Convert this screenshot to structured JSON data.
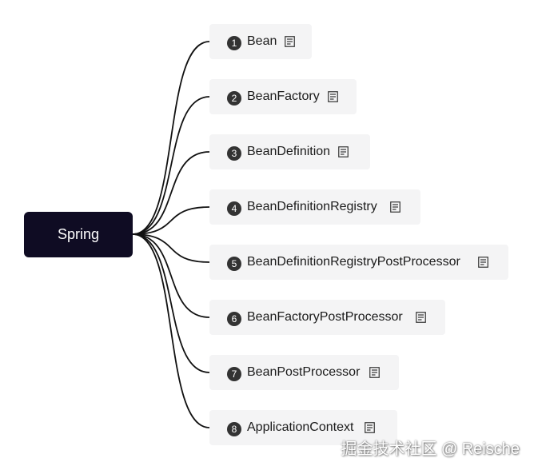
{
  "root": {
    "label": "Spring"
  },
  "colors": {
    "root_bg": "#0f0c23",
    "node_bg": "#f4f4f5",
    "edge": "#111111",
    "badge": "#333333"
  },
  "icons": {
    "note": "note-icon"
  },
  "nodes": [
    {
      "num": "1",
      "label": "Bean"
    },
    {
      "num": "2",
      "label": "BeanFactory"
    },
    {
      "num": "3",
      "label": "BeanDefinition"
    },
    {
      "num": "4",
      "label": "BeanDefinitionRegistry"
    },
    {
      "num": "5",
      "label": "BeanDefinitionRegistryPostProcessor"
    },
    {
      "num": "6",
      "label": "BeanFactoryPostProcessor"
    },
    {
      "num": "7",
      "label": "BeanPostProcessor"
    },
    {
      "num": "8",
      "label": "ApplicationContext"
    }
  ],
  "watermark": "掘金技术社区 @ Reische"
}
